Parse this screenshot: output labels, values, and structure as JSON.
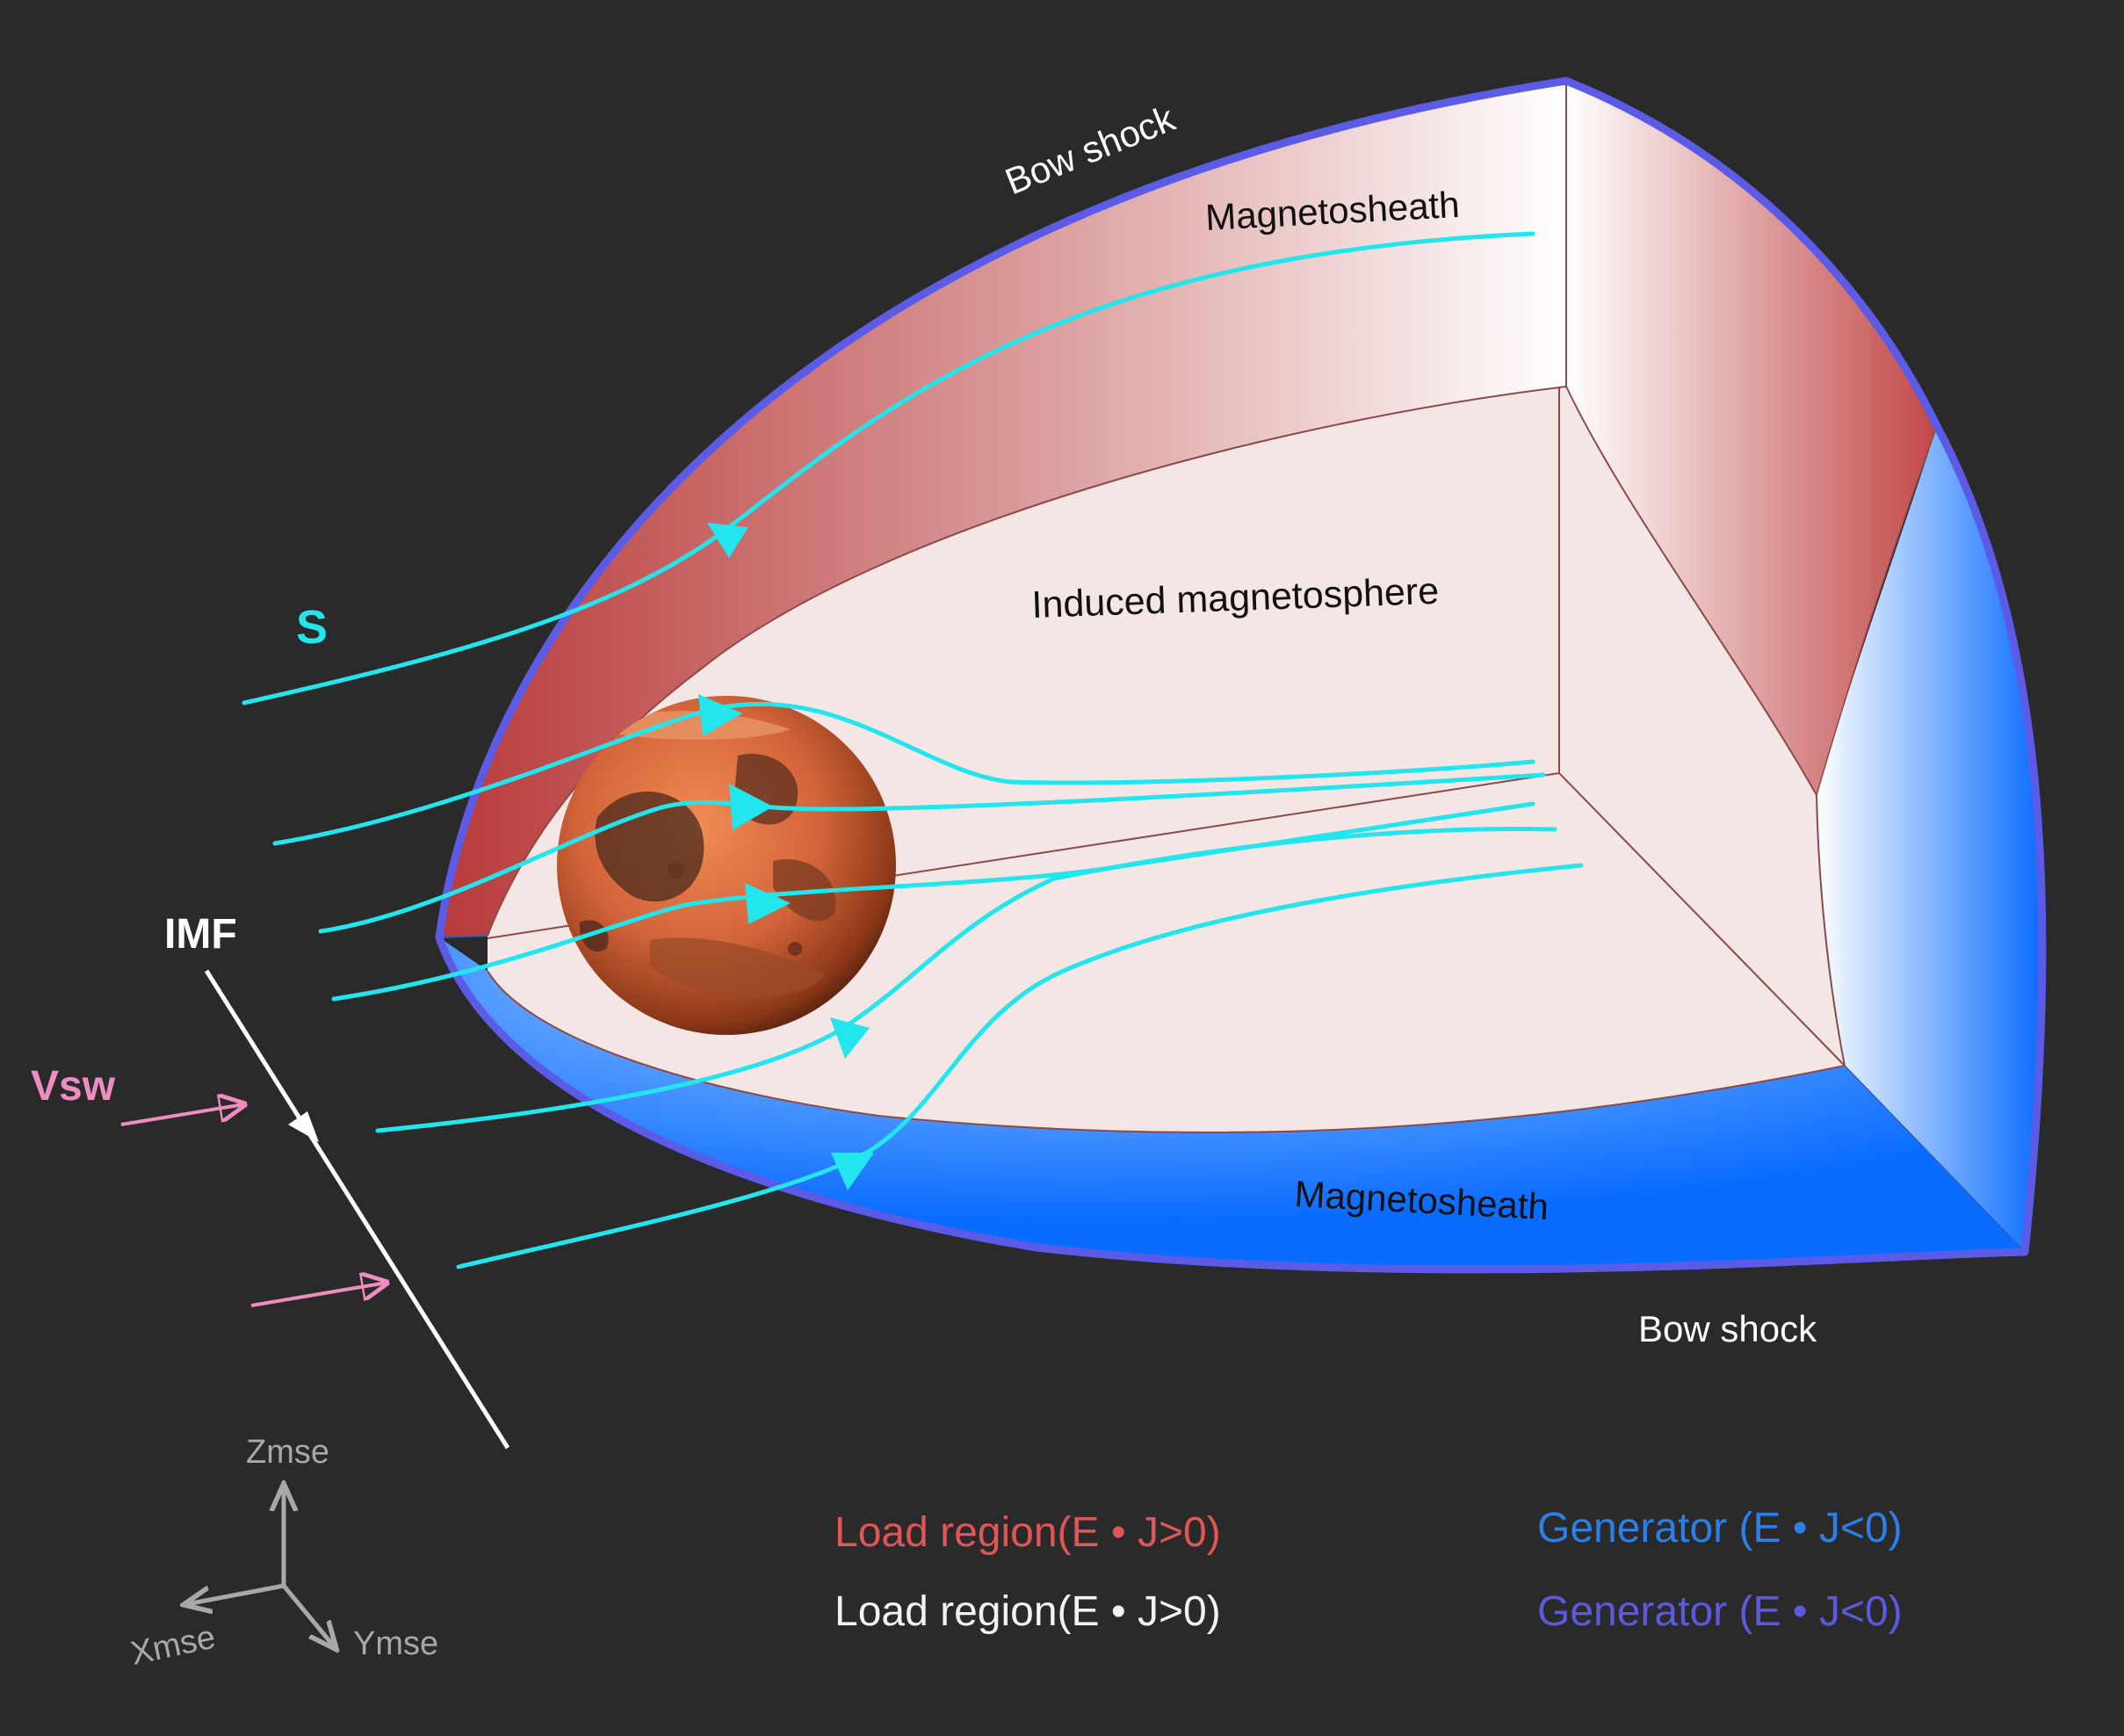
{
  "labels": {
    "bow_shock_top": "Bow shock",
    "bow_shock_bottom": "Bow shock",
    "magnetosheath_top": "Magnetosheath",
    "magnetosheath_bottom": "Magnetosheath",
    "induced_magnetosphere": "Induced magnetosphere",
    "s_label": "S",
    "imf_label": "IMF",
    "vsw_label": "Vsw"
  },
  "axes": {
    "z": "Zmse",
    "x": "Xmse",
    "y": "Ymse"
  },
  "legend": [
    {
      "text": "Load region(E • J>0)",
      "color": "#e05555"
    },
    {
      "text": "Generator (E • J<0)",
      "color": "#2d7fe8"
    },
    {
      "text": "Load region(E • J>0)",
      "color": "#f2f2f2"
    },
    {
      "text": "Generator (E • J<0)",
      "color": "#5a5adf"
    }
  ],
  "colors": {
    "background": "#2a2a2a",
    "bow_shock_outline": "#5b5be6",
    "load_region": "#c44a4a",
    "generator": "#0a6cff",
    "field_lines": "#22e5ee",
    "solar_wind_arrows": "#f08cc0",
    "imf_line": "#ffffff",
    "axes": "#a8a8a8"
  },
  "icons": {
    "planet": "mars-globe"
  }
}
